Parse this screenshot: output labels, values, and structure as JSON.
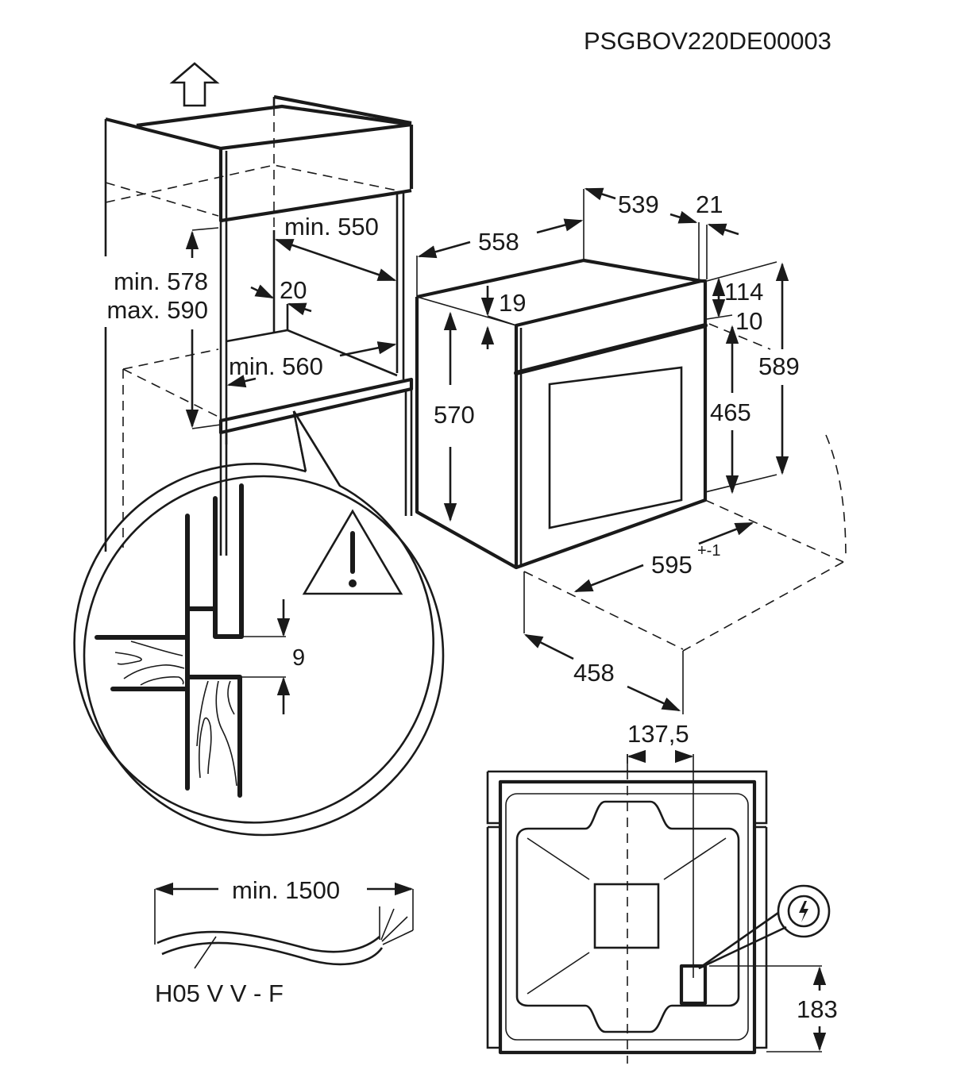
{
  "document_code": "PSGBOV220DE00003",
  "niche_dimensions": {
    "height_min": "min. 578",
    "height_max": "max. 590",
    "depth_min": "min. 550",
    "width_min": "min. 560",
    "rear_gap": "20"
  },
  "oven_dimensions": {
    "depth_total": "558",
    "depth_body": "539",
    "front_thickness": "21",
    "top_offset": "19",
    "body_height": "570",
    "panel_height": "114",
    "panel_gap": "10",
    "door_height": "465",
    "front_height": "589",
    "front_width": "595",
    "front_width_tolerance": "+-1",
    "door_open_depth": "458"
  },
  "detail_callout": {
    "gap": "9",
    "warning_icon": "warning-triangle-icon"
  },
  "rear_view": {
    "socket_offset_x": "137,5",
    "socket_height": "183",
    "socket_icon": "electric-bolt-icon"
  },
  "cable": {
    "length": "min. 1500",
    "type": "H05 V V - F"
  }
}
